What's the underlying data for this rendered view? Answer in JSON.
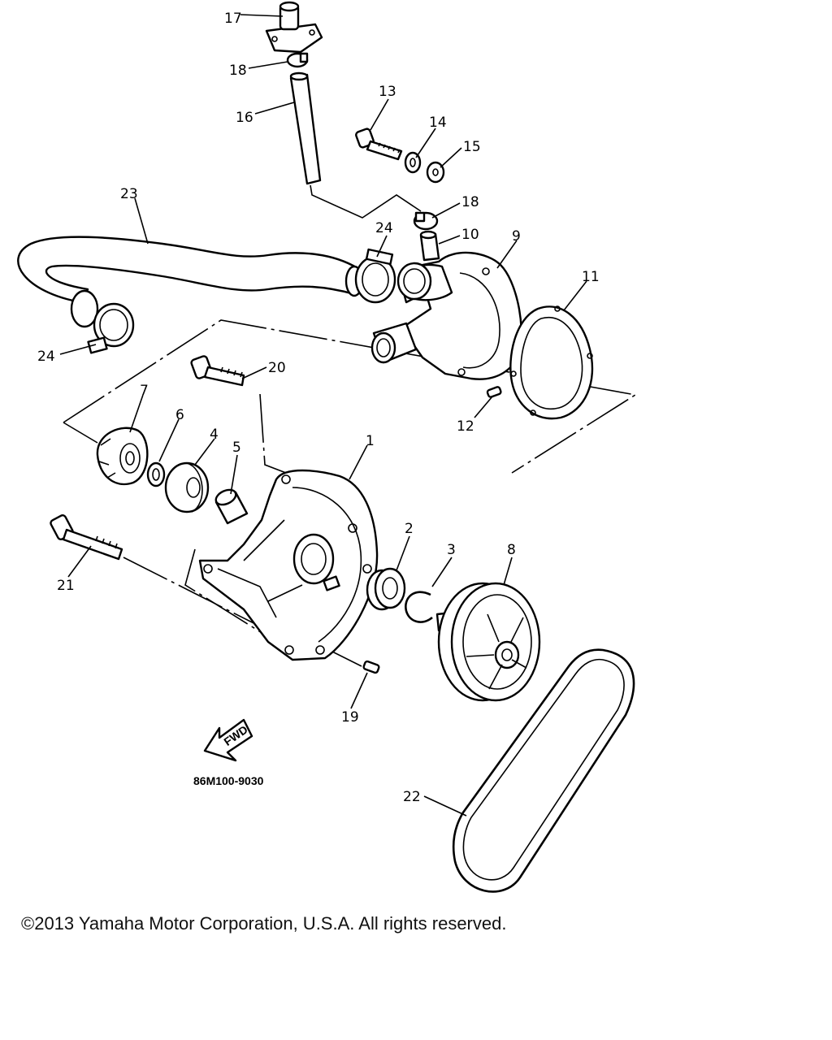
{
  "callouts": [
    {
      "id": "c1",
      "label": "1"
    },
    {
      "id": "c2",
      "label": "2"
    },
    {
      "id": "c3",
      "label": "3"
    },
    {
      "id": "c4",
      "label": "4"
    },
    {
      "id": "c5",
      "label": "5"
    },
    {
      "id": "c6",
      "label": "6"
    },
    {
      "id": "c7",
      "label": "7"
    },
    {
      "id": "c8",
      "label": "8"
    },
    {
      "id": "c9",
      "label": "9"
    },
    {
      "id": "c10",
      "label": "10"
    },
    {
      "id": "c11",
      "label": "11"
    },
    {
      "id": "c12",
      "label": "12"
    },
    {
      "id": "c13",
      "label": "13"
    },
    {
      "id": "c14",
      "label": "14"
    },
    {
      "id": "c15",
      "label": "15"
    },
    {
      "id": "c16",
      "label": "16"
    },
    {
      "id": "c17",
      "label": "17"
    },
    {
      "id": "c18a",
      "label": "18"
    },
    {
      "id": "c18b",
      "label": "18"
    },
    {
      "id": "c19",
      "label": "19"
    },
    {
      "id": "c20",
      "label": "20"
    },
    {
      "id": "c21",
      "label": "21"
    },
    {
      "id": "c22",
      "label": "22"
    },
    {
      "id": "c23",
      "label": "23"
    },
    {
      "id": "c24a",
      "label": "24"
    },
    {
      "id": "c24b",
      "label": "24"
    }
  ],
  "front_arrow_label": "FWD",
  "diagram_code": "86M100-9030",
  "copyright": "©2013 Yamaha Motor Corporation, U.S.A. All rights reserved."
}
